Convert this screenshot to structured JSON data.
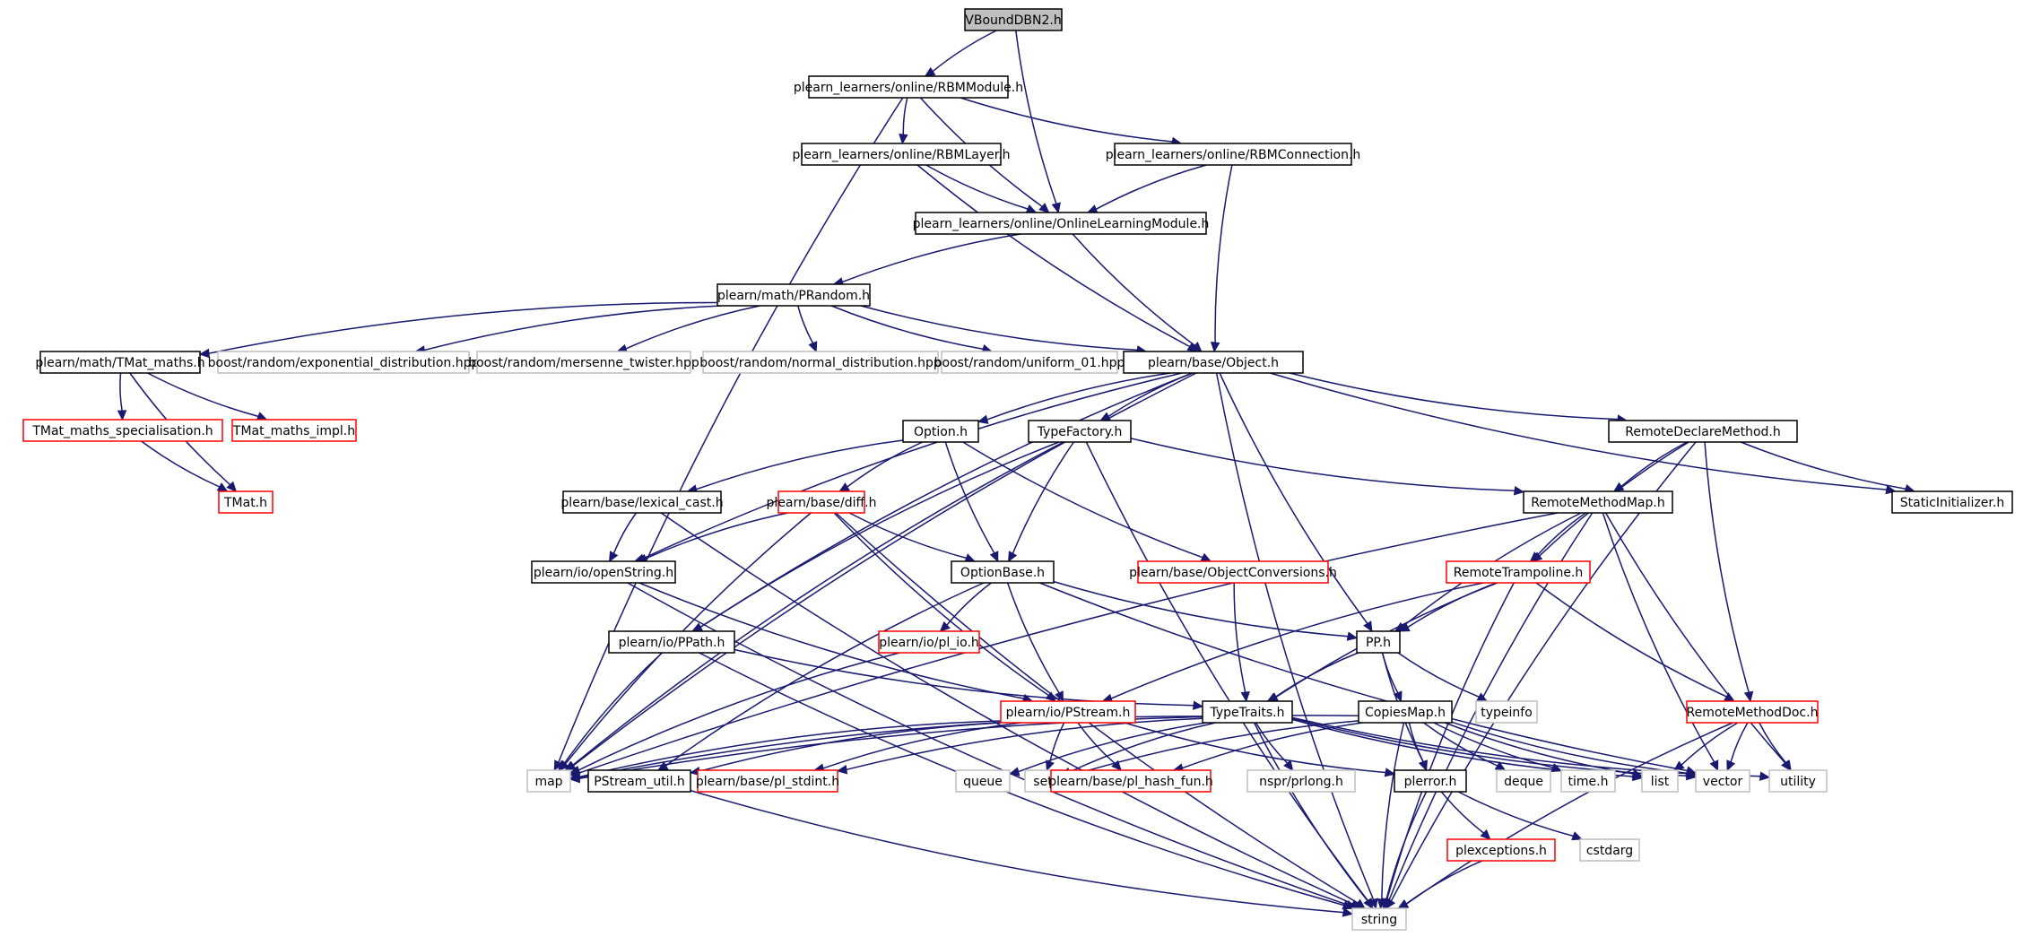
{
  "colors": {
    "edge": "#191970",
    "border_doc": "#000000",
    "border_truncated": "#ff0000",
    "border_external": "#bfbfbf",
    "fill_root": "#bfbfbf",
    "fill_default": "#ffffff",
    "text": "#000000"
  },
  "nodes": [
    {
      "id": "vbound",
      "label": "VBoundDBN2.h",
      "kind": "root"
    },
    {
      "id": "rbmmodule",
      "label": "plearn_learners/online/RBMModule.h",
      "kind": "doc"
    },
    {
      "id": "rbmlayer",
      "label": "plearn_learners/online/RBMLayer.h",
      "kind": "doc"
    },
    {
      "id": "rbmconn",
      "label": "plearn_learners/online/RBMConnection.h",
      "kind": "doc"
    },
    {
      "id": "olm",
      "label": "plearn_learners/online/OnlineLearningModule.h",
      "kind": "doc"
    },
    {
      "id": "prandom",
      "label": "plearn/math/PRandom.h",
      "kind": "doc"
    },
    {
      "id": "tmatmaths",
      "label": "plearn/math/TMat_maths.h",
      "kind": "doc"
    },
    {
      "id": "expdist",
      "label": "boost/random/exponential_distribution.hpp",
      "kind": "external"
    },
    {
      "id": "mersenne",
      "label": "boost/random/mersenne_twister.hpp",
      "kind": "external"
    },
    {
      "id": "normdist",
      "label": "boost/random/normal_distribution.hpp",
      "kind": "external"
    },
    {
      "id": "uniform",
      "label": "boost/random/uniform_01.hpp",
      "kind": "external"
    },
    {
      "id": "object",
      "label": "plearn/base/Object.h",
      "kind": "doc"
    },
    {
      "id": "tmatspec",
      "label": "TMat_maths_specialisation.h",
      "kind": "truncated"
    },
    {
      "id": "tmatimpl",
      "label": "TMat_maths_impl.h",
      "kind": "truncated"
    },
    {
      "id": "tmat",
      "label": "TMat.h",
      "kind": "truncated"
    },
    {
      "id": "option",
      "label": "Option.h",
      "kind": "doc"
    },
    {
      "id": "typefactory",
      "label": "TypeFactory.h",
      "kind": "doc"
    },
    {
      "id": "remotedecl",
      "label": "RemoteDeclareMethod.h",
      "kind": "doc"
    },
    {
      "id": "staticinit",
      "label": "StaticInitializer.h",
      "kind": "doc"
    },
    {
      "id": "lexcast",
      "label": "plearn/base/lexical_cast.h",
      "kind": "doc"
    },
    {
      "id": "diff",
      "label": "plearn/base/diff.h",
      "kind": "truncated"
    },
    {
      "id": "remotemm",
      "label": "RemoteMethodMap.h",
      "kind": "doc"
    },
    {
      "id": "openstring",
      "label": "plearn/io/openString.h",
      "kind": "doc"
    },
    {
      "id": "optionbase",
      "label": "OptionBase.h",
      "kind": "doc"
    },
    {
      "id": "objconv",
      "label": "plearn/base/ObjectConversions.h",
      "kind": "truncated"
    },
    {
      "id": "remotetramp",
      "label": "RemoteTrampoline.h",
      "kind": "truncated"
    },
    {
      "id": "plio",
      "label": "plearn/io/pl_io.h",
      "kind": "truncated"
    },
    {
      "id": "pp",
      "label": "PP.h",
      "kind": "doc"
    },
    {
      "id": "ppath",
      "label": "plearn/io/PPath.h",
      "kind": "doc"
    },
    {
      "id": "typeinfo",
      "label": "typeinfo",
      "kind": "external"
    },
    {
      "id": "pstream",
      "label": "plearn/io/PStream.h",
      "kind": "truncated"
    },
    {
      "id": "typetraits",
      "label": "TypeTraits.h",
      "kind": "doc"
    },
    {
      "id": "copiesmap",
      "label": "CopiesMap.h",
      "kind": "doc"
    },
    {
      "id": "remotemdoc",
      "label": "RemoteMethodDoc.h",
      "kind": "truncated"
    },
    {
      "id": "map",
      "label": "map",
      "kind": "external"
    },
    {
      "id": "pstreamutil",
      "label": "PStream_util.h",
      "kind": "doc"
    },
    {
      "id": "plstdint",
      "label": "plearn/base/pl_stdint.h",
      "kind": "truncated"
    },
    {
      "id": "queue",
      "label": "queue",
      "kind": "external"
    },
    {
      "id": "set",
      "label": "set",
      "kind": "external"
    },
    {
      "id": "plhash",
      "label": "plearn/base/pl_hash_fun.h",
      "kind": "truncated"
    },
    {
      "id": "prlong",
      "label": "nspr/prlong.h",
      "kind": "external"
    },
    {
      "id": "plerror",
      "label": "plerror.h",
      "kind": "doc"
    },
    {
      "id": "deque",
      "label": "deque",
      "kind": "external"
    },
    {
      "id": "timeh",
      "label": "time.h",
      "kind": "external"
    },
    {
      "id": "list",
      "label": "list",
      "kind": "external"
    },
    {
      "id": "vector",
      "label": "vector",
      "kind": "external"
    },
    {
      "id": "utility",
      "label": "utility",
      "kind": "external"
    },
    {
      "id": "plexceptions",
      "label": "plexceptions.h",
      "kind": "truncated"
    },
    {
      "id": "cstdarg",
      "label": "cstdarg",
      "kind": "external"
    },
    {
      "id": "string",
      "label": "string",
      "kind": "external"
    }
  ],
  "edges": [
    [
      "vbound",
      "rbmmodule"
    ],
    [
      "vbound",
      "olm"
    ],
    [
      "rbmmodule",
      "rbmlayer"
    ],
    [
      "rbmmodule",
      "rbmconn"
    ],
    [
      "rbmmodule",
      "olm"
    ],
    [
      "rbmmodule",
      "map"
    ],
    [
      "rbmlayer",
      "olm"
    ],
    [
      "rbmlayer",
      "object"
    ],
    [
      "rbmconn",
      "olm"
    ],
    [
      "rbmconn",
      "object"
    ],
    [
      "olm",
      "prandom"
    ],
    [
      "olm",
      "object"
    ],
    [
      "prandom",
      "tmatmaths"
    ],
    [
      "prandom",
      "expdist"
    ],
    [
      "prandom",
      "mersenne"
    ],
    [
      "prandom",
      "normdist"
    ],
    [
      "prandom",
      "uniform"
    ],
    [
      "prandom",
      "object"
    ],
    [
      "tmatmaths",
      "tmatspec"
    ],
    [
      "tmatmaths",
      "tmatimpl"
    ],
    [
      "tmatmaths",
      "tmat"
    ],
    [
      "tmatspec",
      "tmat"
    ],
    [
      "object",
      "option"
    ],
    [
      "object",
      "typefactory"
    ],
    [
      "object",
      "remotedecl"
    ],
    [
      "object",
      "staticinit"
    ],
    [
      "object",
      "pp"
    ],
    [
      "object",
      "map"
    ],
    [
      "object",
      "openstring"
    ],
    [
      "object",
      "ppath"
    ],
    [
      "object",
      "string"
    ],
    [
      "option",
      "lexcast"
    ],
    [
      "option",
      "diff"
    ],
    [
      "option",
      "optionbase"
    ],
    [
      "option",
      "objconv"
    ],
    [
      "typefactory",
      "optionbase"
    ],
    [
      "typefactory",
      "remotemm"
    ],
    [
      "typefactory",
      "ppath"
    ],
    [
      "typefactory",
      "map"
    ],
    [
      "typefactory",
      "string"
    ],
    [
      "remotedecl",
      "remotemm"
    ],
    [
      "remotedecl",
      "remotetramp"
    ],
    [
      "remotedecl",
      "remotemdoc"
    ],
    [
      "remotedecl",
      "staticinit"
    ],
    [
      "remotedecl",
      "string"
    ],
    [
      "lexcast",
      "openstring"
    ],
    [
      "lexcast",
      "string"
    ],
    [
      "diff",
      "openstring"
    ],
    [
      "diff",
      "optionbase"
    ],
    [
      "diff",
      "pstream"
    ],
    [
      "diff",
      "map"
    ],
    [
      "diff",
      "string"
    ],
    [
      "remotemm",
      "remotetramp"
    ],
    [
      "remotemm",
      "pp"
    ],
    [
      "remotemm",
      "map"
    ],
    [
      "remotemm",
      "vector"
    ],
    [
      "remotemm",
      "utility"
    ],
    [
      "remotemm",
      "string"
    ],
    [
      "openstring",
      "pstream"
    ],
    [
      "openstring",
      "string"
    ],
    [
      "optionbase",
      "plio"
    ],
    [
      "optionbase",
      "pstream"
    ],
    [
      "optionbase",
      "pp"
    ],
    [
      "optionbase",
      "pstreamutil"
    ],
    [
      "optionbase",
      "vector"
    ],
    [
      "objconv",
      "typetraits"
    ],
    [
      "remotetramp",
      "pp"
    ],
    [
      "remotetramp",
      "typetraits"
    ],
    [
      "remotetramp",
      "pstream"
    ],
    [
      "remotetramp",
      "remotemdoc"
    ],
    [
      "remotetramp",
      "string"
    ],
    [
      "plio",
      "map"
    ],
    [
      "pp",
      "copiesmap"
    ],
    [
      "pp",
      "typetraits"
    ],
    [
      "pp",
      "typeinfo"
    ],
    [
      "pp",
      "plerror"
    ],
    [
      "ppath",
      "map"
    ],
    [
      "ppath",
      "typetraits"
    ],
    [
      "ppath",
      "string"
    ],
    [
      "pstream",
      "map"
    ],
    [
      "pstream",
      "set"
    ],
    [
      "pstream",
      "plhash"
    ],
    [
      "pstream",
      "pstreamutil"
    ],
    [
      "pstream",
      "plstdint"
    ],
    [
      "pstream",
      "plerror"
    ],
    [
      "typetraits",
      "map"
    ],
    [
      "typetraits",
      "set"
    ],
    [
      "typetraits",
      "list"
    ],
    [
      "typetraits",
      "vector"
    ],
    [
      "typetraits",
      "plstdint"
    ],
    [
      "typetraits",
      "prlong"
    ],
    [
      "typetraits",
      "queue"
    ],
    [
      "typetraits",
      "string"
    ],
    [
      "typetraits",
      "utility"
    ],
    [
      "copiesmap",
      "map"
    ],
    [
      "copiesmap",
      "plerror"
    ],
    [
      "copiesmap",
      "set"
    ],
    [
      "copiesmap",
      "deque"
    ],
    [
      "copiesmap",
      "timeh"
    ],
    [
      "copiesmap",
      "list"
    ],
    [
      "copiesmap",
      "vector"
    ],
    [
      "copiesmap",
      "plhash"
    ],
    [
      "copiesmap",
      "string"
    ],
    [
      "remotemdoc",
      "list"
    ],
    [
      "remotemdoc",
      "vector"
    ],
    [
      "remotemdoc",
      "utility"
    ],
    [
      "remotemdoc",
      "string"
    ],
    [
      "pstreamutil",
      "string"
    ],
    [
      "plerror",
      "plexceptions"
    ],
    [
      "plerror",
      "cstdarg"
    ],
    [
      "plerror",
      "string"
    ],
    [
      "plexceptions",
      "string"
    ]
  ]
}
